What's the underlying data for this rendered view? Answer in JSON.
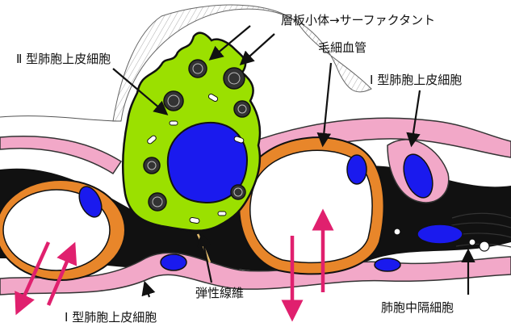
{
  "labels": {
    "type2_cell": "Ⅱ 型肺胞上皮細胞",
    "lamellar_body": "層板小体→サーファクタント",
    "capillary": "毛細血管",
    "type1_upper": "Ⅰ 型肺胞上皮細胞",
    "elastic_fiber": "弾性線維",
    "septal_cell": "肺胞中隔細胞",
    "type1_lower": "Ⅰ 型肺胞上皮細胞"
  },
  "colors": {
    "type2_cytoplasm": "#9be000",
    "nucleus": "#1a1aee",
    "capillary_wall": "#e8862a",
    "epithelium": "#f2a8c8",
    "interstitium": "#111111",
    "arrow_pink": "#e0206e"
  }
}
